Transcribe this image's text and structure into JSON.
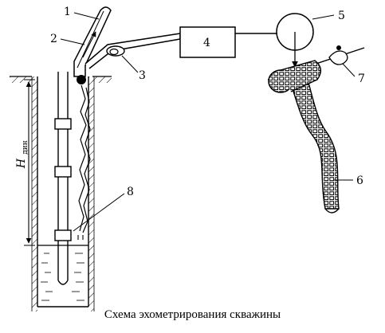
{
  "diagram": {
    "caption": "Схема эхометрирования скважины",
    "labels": {
      "n1": "1",
      "n2": "2",
      "n3": "3",
      "n4": "4",
      "n5": "5",
      "n6": "6",
      "n7": "7",
      "n8": "8",
      "h_main": "H",
      "h_sub": "дин"
    }
  },
  "colors": {
    "ink": "#000000",
    "background": "#ffffff"
  }
}
